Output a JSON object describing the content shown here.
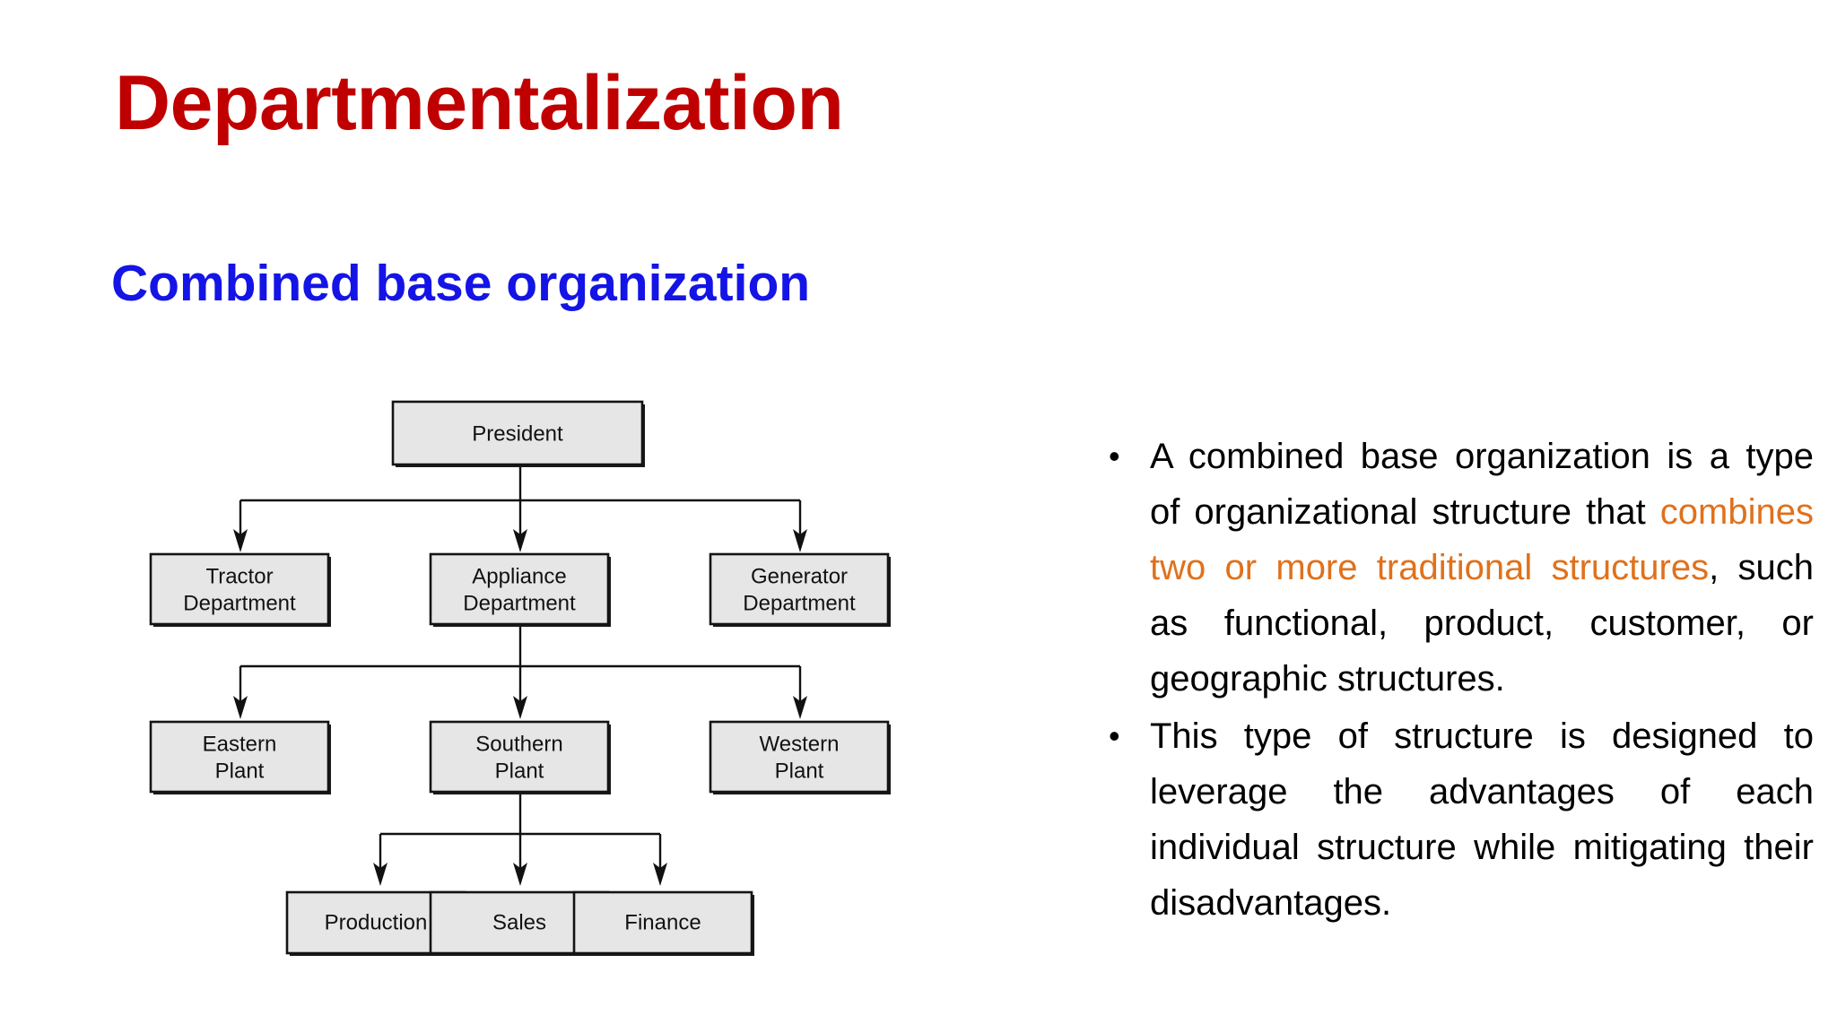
{
  "slide": {
    "title": "Departmentalization",
    "subtitle": "Combined base organization",
    "title_color": "#C00000",
    "subtitle_color": "#1414E6",
    "highlight_color": "#E0711C",
    "body_color": "#000000",
    "node_fill": "#E6E6E6",
    "node_stroke": "#141414"
  },
  "chart_data": {
    "type": "diagram",
    "title": "Combined base organization chart",
    "levels": [
      {
        "level": 1,
        "nodes": [
          {
            "id": "president",
            "label": "President"
          }
        ]
      },
      {
        "level": 2,
        "nodes": [
          {
            "id": "tractor",
            "label_line1": "Tractor",
            "label_line2": "Department"
          },
          {
            "id": "appliance",
            "label_line1": "Appliance",
            "label_line2": "Department"
          },
          {
            "id": "generator",
            "label_line1": "Generator",
            "label_line2": "Department"
          }
        ]
      },
      {
        "level": 3,
        "nodes": [
          {
            "id": "eastern",
            "label_line1": "Eastern",
            "label_line2": "Plant"
          },
          {
            "id": "southern",
            "label_line1": "Southern",
            "label_line2": "Plant"
          },
          {
            "id": "western",
            "label_line1": "Western",
            "label_line2": "Plant"
          }
        ]
      },
      {
        "level": 4,
        "nodes": [
          {
            "id": "production",
            "label": "Production"
          },
          {
            "id": "sales",
            "label": "Sales"
          },
          {
            "id": "finance",
            "label": "Finance"
          }
        ]
      }
    ],
    "edges": [
      {
        "from": "president",
        "to": "tractor"
      },
      {
        "from": "president",
        "to": "appliance"
      },
      {
        "from": "president",
        "to": "generator"
      },
      {
        "from": "appliance",
        "to": "eastern"
      },
      {
        "from": "appliance",
        "to": "southern"
      },
      {
        "from": "appliance",
        "to": "western"
      },
      {
        "from": "southern",
        "to": "production"
      },
      {
        "from": "southern",
        "to": "sales"
      },
      {
        "from": "southern",
        "to": "finance"
      }
    ],
    "node_labels": {
      "president": "President",
      "tractor_1": "Tractor",
      "tractor_2": "Department",
      "appliance_1": "Appliance",
      "appliance_2": "Department",
      "generator_1": "Generator",
      "generator_2": "Department",
      "eastern_1": "Eastern",
      "eastern_2": "Plant",
      "southern_1": "Southern",
      "southern_2": "Plant",
      "western_1": "Western",
      "western_2": "Plant",
      "production": "Production",
      "sales": "Sales",
      "finance": "Finance"
    }
  },
  "bullets": [
    {
      "marker": "•",
      "segments": [
        {
          "text": "A combined base organization is a type of organizational structure that ",
          "style": "normal"
        },
        {
          "text": "combines two or more traditional structures",
          "style": "highlight"
        },
        {
          "text": ", such as functional, product, customer, or geographic structures.",
          "style": "normal"
        }
      ]
    },
    {
      "marker": "•",
      "segments": [
        {
          "text": "This type of structure is designed to leverage the advantages of each individual structure while mitigating their disadvantages.",
          "style": "normal"
        }
      ]
    }
  ]
}
